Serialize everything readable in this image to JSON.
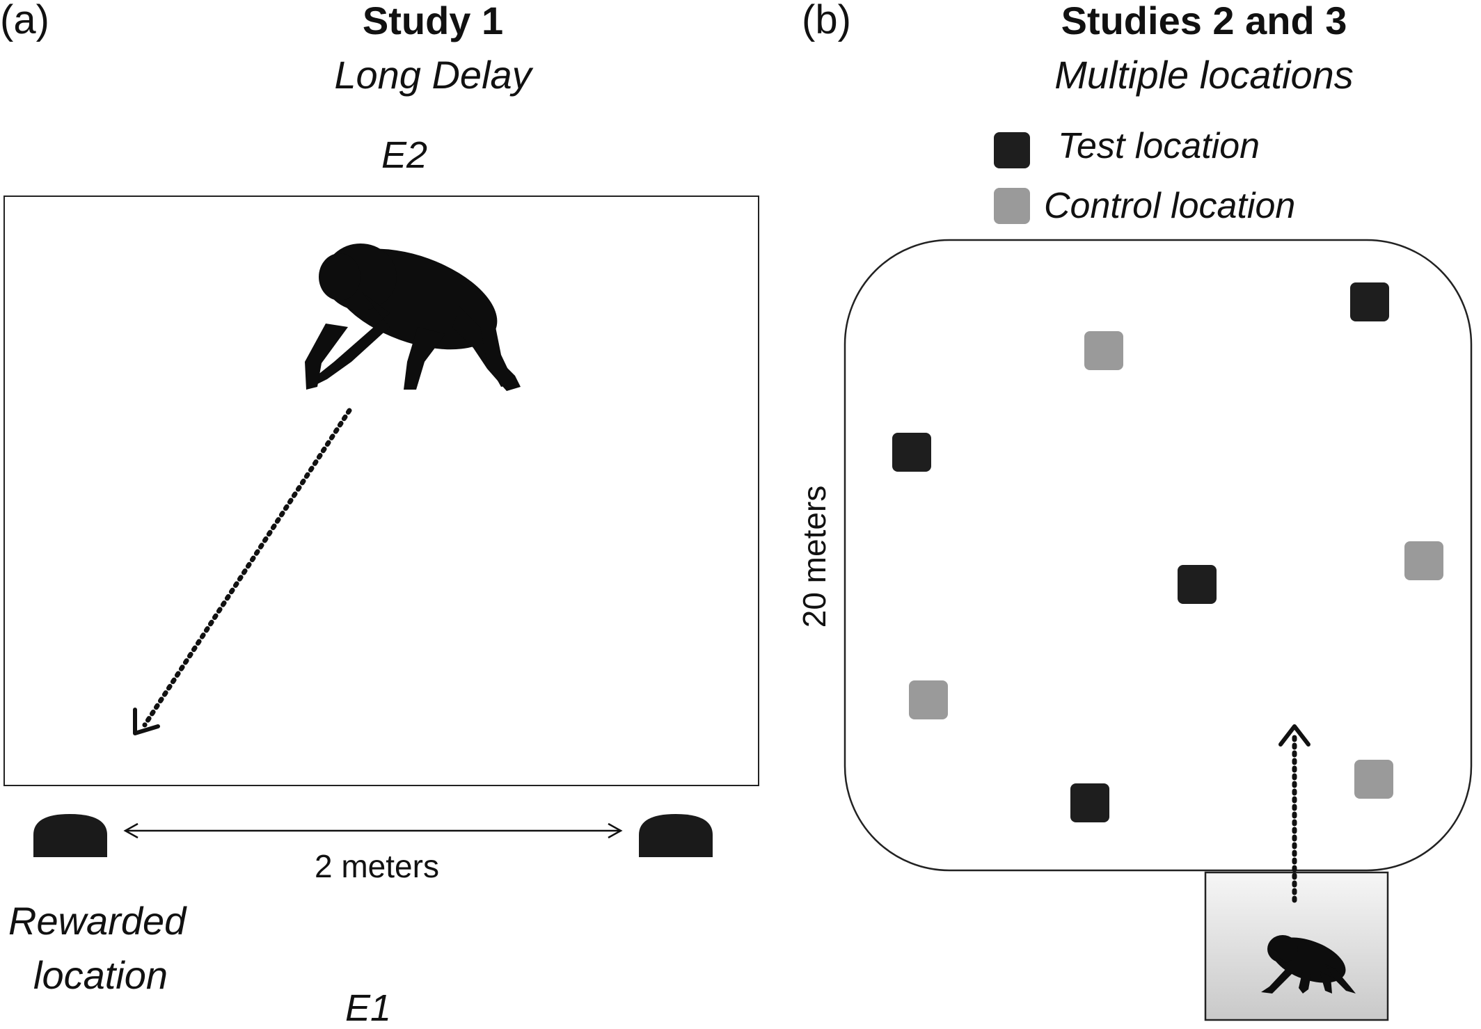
{
  "panel_a": {
    "letter": "(a)",
    "title": "Study 1",
    "subtitle": "Long Delay",
    "top_label": "E2",
    "bottom_label": "E1",
    "distance_label": "2 meters",
    "rewarded_line1": "Rewarded",
    "rewarded_line2": "location"
  },
  "panel_b": {
    "letter": "(b)",
    "title": "Studies 2 and 3",
    "subtitle": "Multiple locations",
    "legend": [
      {
        "label": "Test location",
        "color": "#1e1e1e"
      },
      {
        "label": "Control location",
        "color": "#9a9a9a"
      }
    ],
    "side_label": "20 meters"
  },
  "colors": {
    "test": "#1e1e1e",
    "control": "#9a9a9a",
    "silhouette": "#0d0d0d",
    "outline": "#222222"
  },
  "icons": [
    "chimpanzee-silhouette-icon",
    "reward-container-icon"
  ]
}
